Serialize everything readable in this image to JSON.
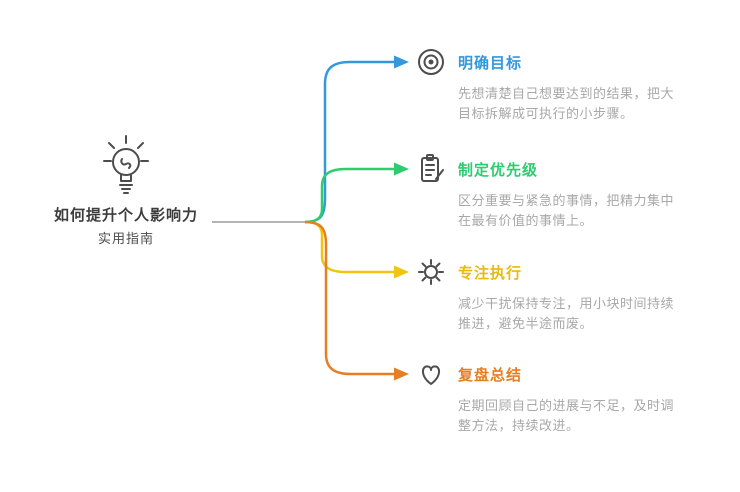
{
  "diagram": {
    "type": "mindmap",
    "background": "#ffffff",
    "connector_trunk_color": "#b3b3b3"
  },
  "center": {
    "icon": "lightbulb-icon",
    "line1": "如何提升个人影响力",
    "line2": "实用指南"
  },
  "branches": [
    {
      "icon": "target-icon",
      "title": "明确目标",
      "color": "#3498db",
      "desc1": "先想清楚自己想要达到的结果，把大",
      "desc2": "目标拆解成可执行的小步骤。"
    },
    {
      "icon": "clipboard-icon",
      "title": "制定优先级",
      "color": "#2ecc71",
      "desc1": "区分重要与紧急的事情，把精力集中",
      "desc2": "在最有价值的事情上。"
    },
    {
      "icon": "gear-icon",
      "title": "专注执行",
      "color": "#e8bb0e",
      "desc1": "减少干扰保持专注，用小块时间持续",
      "desc2": "推进，避免半途而废。"
    },
    {
      "icon": "heart-icon",
      "title": "复盘总结",
      "color": "#e67e22",
      "desc1": "定期回顾自己的进展与不足，及时调",
      "desc2": "整方法，持续改进。"
    }
  ]
}
